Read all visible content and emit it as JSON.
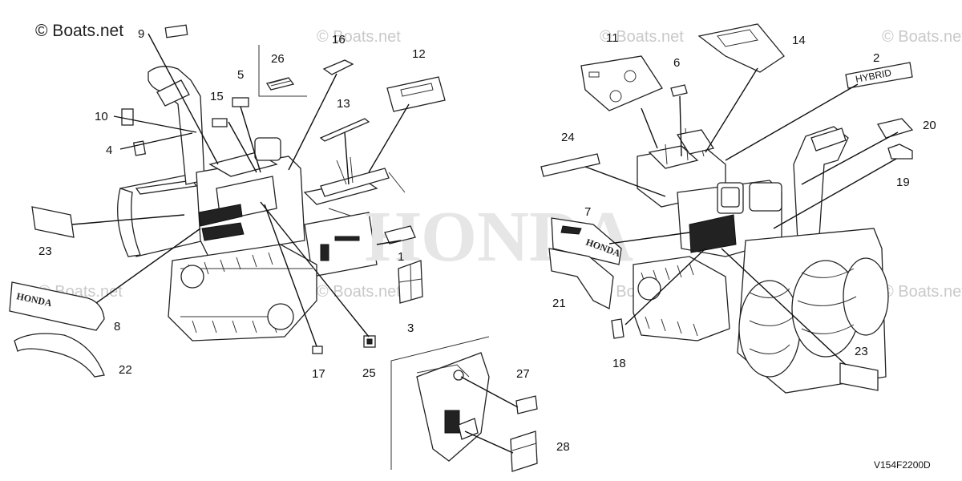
{
  "watermark": "© Boats.net",
  "diagram_code": "V154F2200D",
  "brand_text": "HONDA",
  "hybrid_text": "HYBRID",
  "callouts": {
    "c1": "1",
    "c2": "2",
    "c3": "3",
    "c4": "4",
    "c5": "5",
    "c6": "6",
    "c7": "7",
    "c8": "8",
    "c9": "9",
    "c10": "10",
    "c11": "11",
    "c12": "12",
    "c13": "13",
    "c14": "14",
    "c15": "15",
    "c16": "16",
    "c17": "17",
    "c18": "18",
    "c19": "19",
    "c20": "20",
    "c21": "21",
    "c22": "22",
    "c23a": "23",
    "c23b": "23",
    "c24": "24",
    "c25": "25",
    "c26": "26",
    "c27": "27",
    "c28": "28"
  }
}
